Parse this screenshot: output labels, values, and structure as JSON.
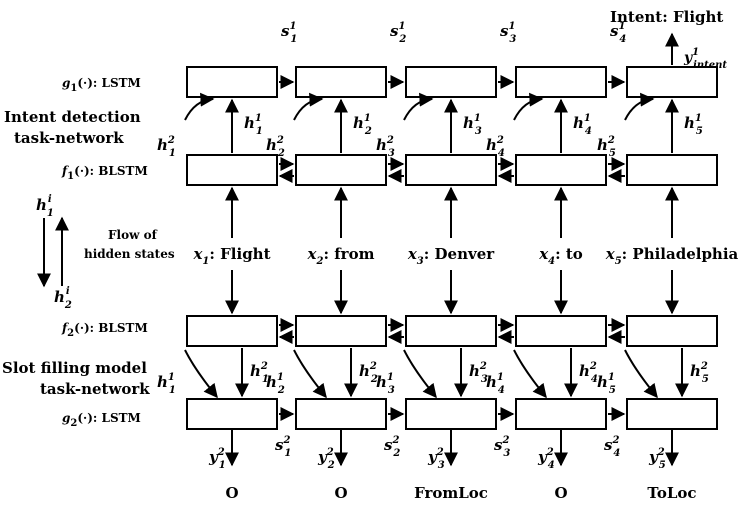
{
  "intent_output": "Intent: Flight",
  "intent_symbol": {
    "base": "y",
    "sup": "1",
    "sub": "intent"
  },
  "left_labels": {
    "g1": {
      "fn": "g",
      "idx": "1",
      "type": "LSTM"
    },
    "f1": {
      "fn": "f",
      "idx": "1",
      "type": "BLSTM"
    },
    "f2": {
      "fn": "f",
      "idx": "2",
      "type": "BLSTM"
    },
    "g2": {
      "fn": "g",
      "idx": "2",
      "type": "LSTM"
    },
    "intent_title_1": "Intent detection",
    "intent_title_2": "task-network",
    "slot_title_1": "Slot filling model",
    "slot_title_2": "task-network",
    "flow_1": "Flow of",
    "flow_2": "hidden states",
    "h_top": {
      "base": "h",
      "sub": "1",
      "sup": "i"
    },
    "h_bottom": {
      "base": "h",
      "sub": "2",
      "sup": "i"
    }
  },
  "tokens": [
    {
      "var": "x",
      "idx": "1",
      "word": "Flight",
      "slot_label": "O"
    },
    {
      "var": "x",
      "idx": "2",
      "word": "from",
      "slot_label": "O"
    },
    {
      "var": "x",
      "idx": "3",
      "word": "Denver",
      "slot_label": "FromLoc"
    },
    {
      "var": "x",
      "idx": "4",
      "word": "to",
      "slot_label": "O"
    },
    {
      "var": "x",
      "idx": "5",
      "word": "Philadelphia",
      "slot_label": "ToLoc"
    }
  ],
  "symbols": {
    "state_base": "s",
    "hidden_base": "h",
    "output_base": "y",
    "task1": "1",
    "task2": "2"
  }
}
